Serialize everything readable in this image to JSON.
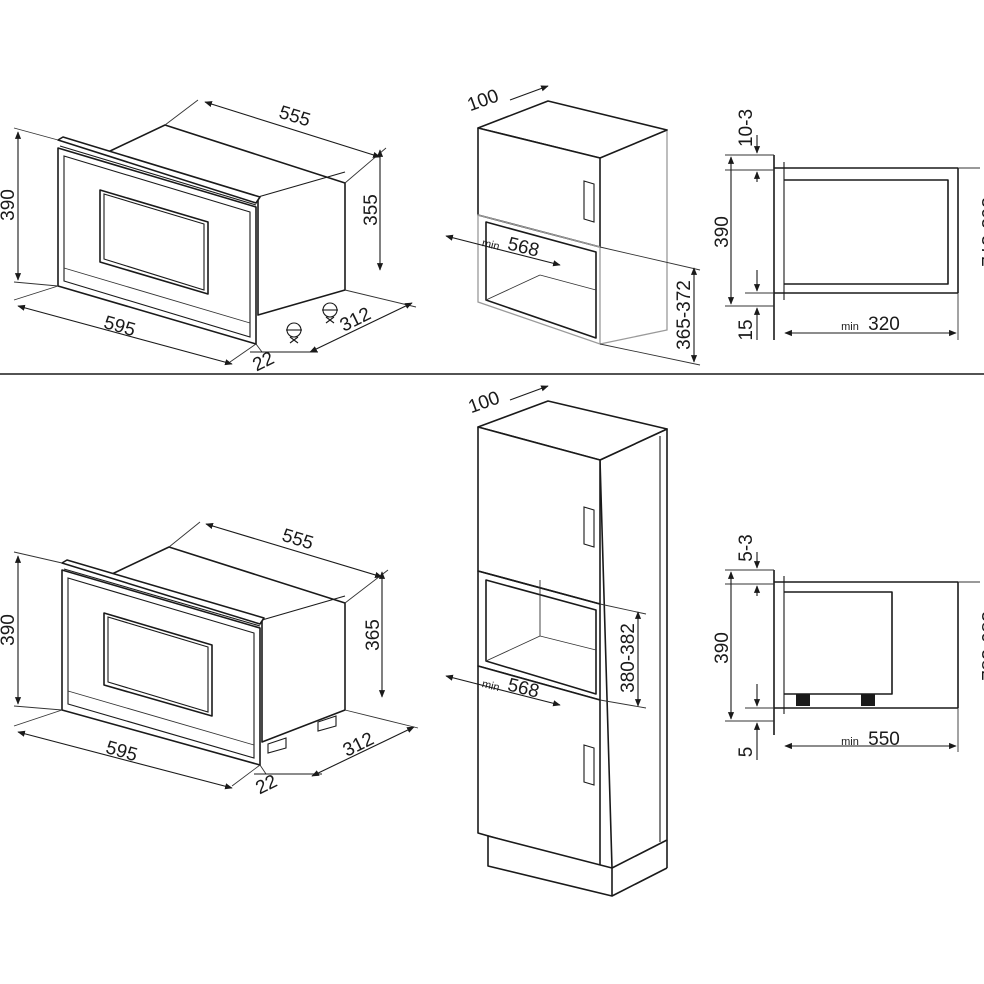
{
  "min_label": "min",
  "top": {
    "oven": {
      "width": "595",
      "height": "390",
      "depth": "555",
      "body_height": "355",
      "body_depth": "312",
      "panel_depth": "22"
    },
    "cabinet": {
      "gap_top": "100",
      "min_depth": "568",
      "niche_height": "365-372"
    },
    "section": {
      "top_gap": "10-3",
      "height": "390",
      "niche_height": "365-372",
      "bottom_gap": "15",
      "min_depth": "320"
    }
  },
  "bottom": {
    "oven": {
      "width": "595",
      "height": "390",
      "depth": "555",
      "body_height": "365",
      "body_depth": "312",
      "panel_depth": "22"
    },
    "column": {
      "gap_top": "100",
      "min_depth": "568",
      "niche_height": "380-382"
    },
    "section": {
      "top_gap": "5-3",
      "height": "390",
      "niche_height": "380-382",
      "bottom_gap": "5",
      "min_depth": "550"
    }
  }
}
